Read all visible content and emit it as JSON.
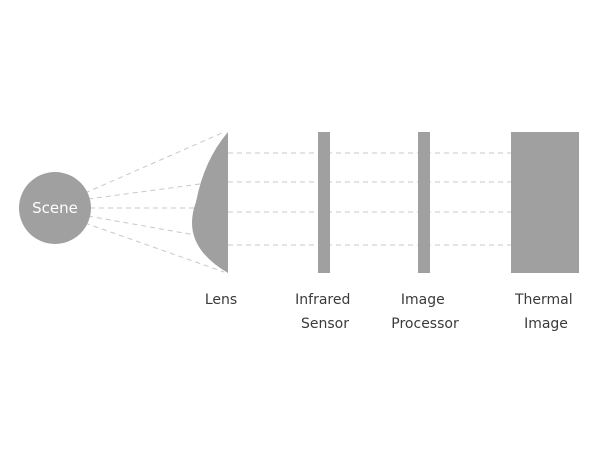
{
  "scene": {
    "label": "Scene"
  },
  "components": [
    {
      "id": "lens",
      "lines": [
        "Lens"
      ]
    },
    {
      "id": "infrared-sensor",
      "lines": [
        "Infrared",
        "Sensor"
      ]
    },
    {
      "id": "image-processor",
      "lines": [
        "Image",
        "Processor"
      ]
    },
    {
      "id": "thermal-image",
      "lines": [
        "Thermal",
        "Image"
      ]
    }
  ],
  "colors": {
    "shape_fill": "#a0a0a0",
    "ray_stroke": "#c8c8c8",
    "scene_text": "#ffffff",
    "label_text": "#3a3a3a"
  }
}
